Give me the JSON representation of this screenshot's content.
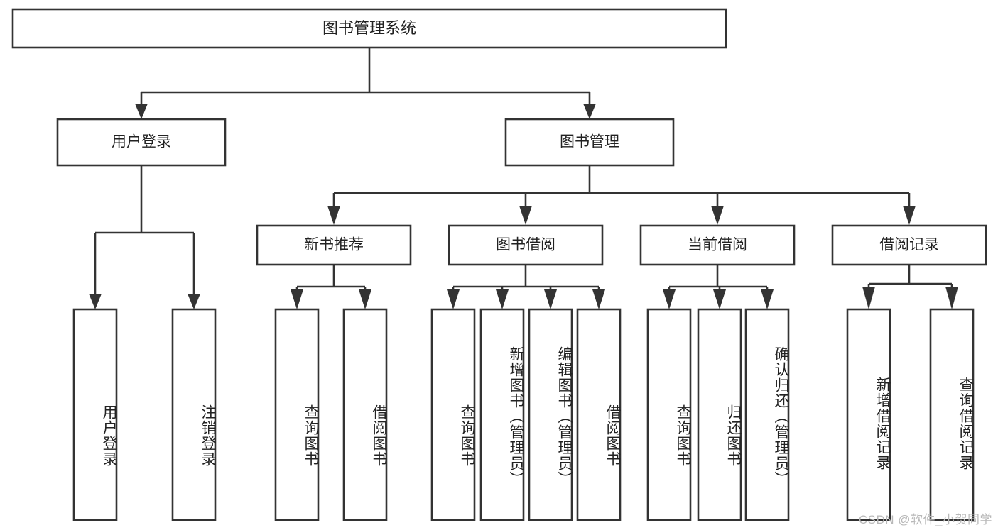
{
  "diagram": {
    "type": "tree-hierarchy",
    "title": "图书管理系统",
    "root": {
      "id": "root",
      "label": "图书管理系统",
      "level": 0
    },
    "level1": [
      {
        "id": "user-login",
        "label": "用户登录"
      },
      {
        "id": "book-manage",
        "label": "图书管理"
      }
    ],
    "level2": [
      {
        "id": "new-book-rec",
        "label": "新书推荐",
        "parent": "book-manage"
      },
      {
        "id": "book-borrow",
        "label": "图书借阅",
        "parent": "book-manage"
      },
      {
        "id": "current-borrow",
        "label": "当前借阅",
        "parent": "book-manage"
      },
      {
        "id": "borrow-record",
        "label": "借阅记录",
        "parent": "book-manage"
      }
    ],
    "leaves": {
      "user_login": [
        {
          "id": "leaf-user-login",
          "label": "用户登录"
        },
        {
          "id": "leaf-logout",
          "label": "注销登录"
        }
      ],
      "new_book_rec": [
        {
          "id": "leaf-query-book-1",
          "label": "查询图书"
        },
        {
          "id": "leaf-borrow-book-1",
          "label": "借阅图书"
        }
      ],
      "book_borrow": [
        {
          "id": "leaf-query-book-2",
          "label": "查询图书"
        },
        {
          "id": "leaf-add-book",
          "label": "新增图书（管理员）"
        },
        {
          "id": "leaf-edit-book",
          "label": "编辑图书（管理员）"
        },
        {
          "id": "leaf-borrow-book-2",
          "label": "借阅图书"
        }
      ],
      "current_borrow": [
        {
          "id": "leaf-query-book-3",
          "label": "查询图书"
        },
        {
          "id": "leaf-return-book",
          "label": "归还图书"
        },
        {
          "id": "leaf-confirm-return",
          "label": "确认归还（管理员）"
        }
      ],
      "borrow_record": [
        {
          "id": "leaf-add-record",
          "label": "新增借阅记录"
        },
        {
          "id": "leaf-query-record",
          "label": "查询借阅记录"
        }
      ]
    }
  },
  "watermark": {
    "text": "CSDN @软件_小贺同学"
  },
  "colors": {
    "stroke": "#333333",
    "fill": "#ffffff",
    "text": "#222222",
    "watermark": "#b8b8b8"
  }
}
